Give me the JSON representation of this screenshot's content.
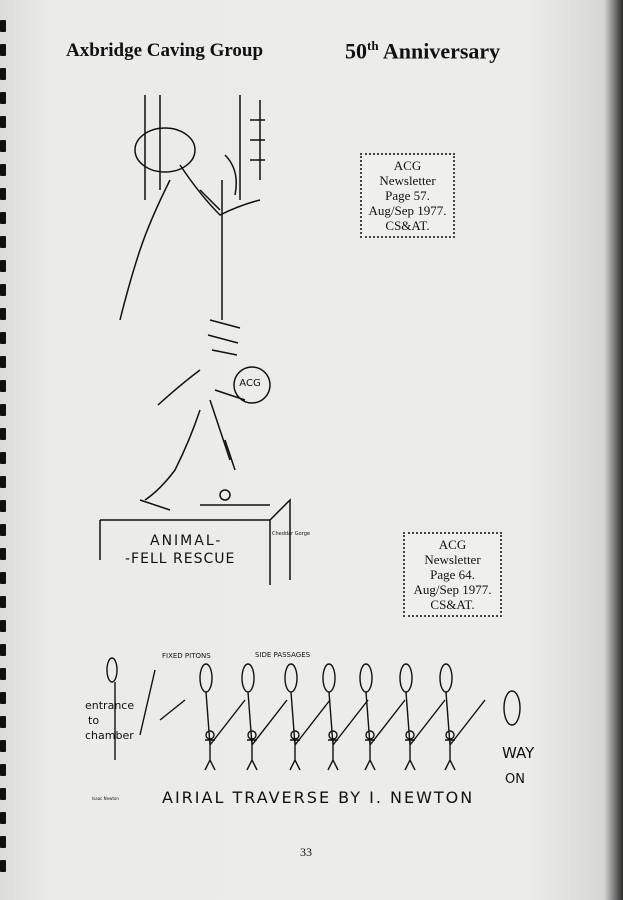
{
  "header": {
    "left_title": "Axbridge Caving Group",
    "right_title_number": "50",
    "right_title_suffix": "th",
    "right_title_word": "Anniversary"
  },
  "notes": [
    {
      "lines": [
        "ACG",
        "Newsletter",
        "Page 57.",
        "Aug/Sep 1977.",
        "CS&AT."
      ]
    },
    {
      "lines": [
        "ACG",
        "Newsletter",
        "Page 64.",
        "Aug/Sep 1977.",
        "CS&AT."
      ]
    }
  ],
  "cartoon1": {
    "caption_line1": "ANIMAL-",
    "caption_line2": "-FELL RESCUE",
    "helmet_text": "ACG",
    "small_text": "Cheddar Gorge"
  },
  "cartoon2": {
    "label_fixed_pitons": "FIXED PITONS",
    "label_side_passages": "SIDE PASSAGES",
    "label_entrance": [
      "entrance",
      "to",
      "chamber"
    ],
    "label_way_on": [
      "WAY",
      "ON"
    ],
    "caption": "AIRIAL TRAVERSE BY I. NEWTON",
    "signature": "Isaac Newton"
  },
  "page_number": "33"
}
